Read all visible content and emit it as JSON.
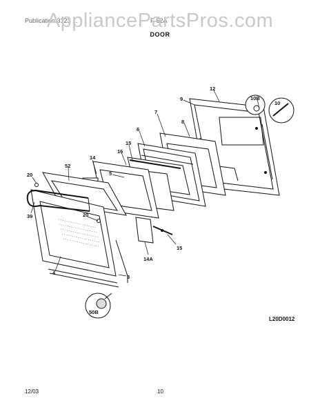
{
  "watermark": "AppliancePartsPros.com",
  "header": {
    "model_text": "Publication 3123 ...",
    "section_code": "F-52A",
    "title": "DOOR"
  },
  "callouts": {
    "c12": "12",
    "c9": "9",
    "c10b": "10B",
    "c10": "10",
    "c7": "7",
    "c8": "8",
    "c6": "6",
    "c15a": "15",
    "c16": "16",
    "c14": "14",
    "c5": "5",
    "c52": "52",
    "c20a": "20",
    "c39": "39",
    "c20b": "20",
    "c4": "4",
    "c3": "3",
    "c14a": "14A",
    "c15b": "15",
    "c50b": "50B"
  },
  "footer": {
    "diagram_code": "L20D0012",
    "date": "12/03",
    "page": "10"
  }
}
